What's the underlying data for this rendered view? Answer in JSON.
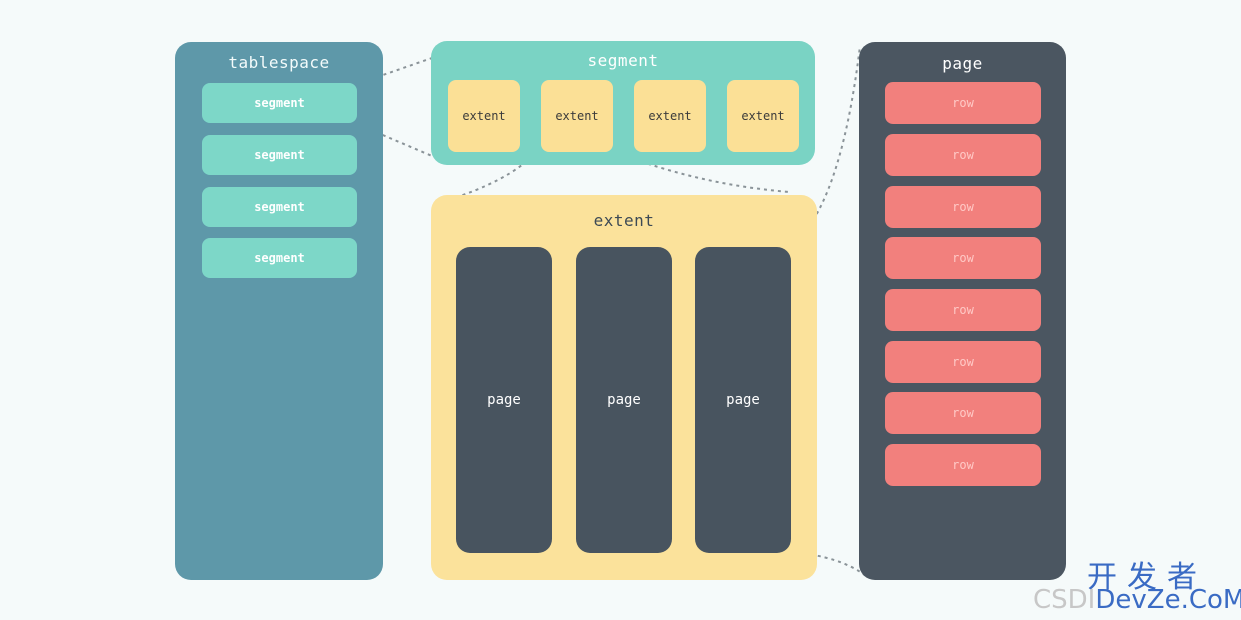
{
  "tablespace": {
    "title": "tablespace",
    "segments": [
      "segment",
      "segment",
      "segment",
      "segment"
    ]
  },
  "segment": {
    "title": "segment",
    "extents": [
      "extent",
      "extent",
      "extent",
      "extent"
    ]
  },
  "extent": {
    "title": "extent",
    "pages": [
      "page",
      "page",
      "page"
    ]
  },
  "page": {
    "title": "page",
    "rows": [
      "row",
      "row",
      "row",
      "row",
      "row",
      "row",
      "row",
      "row"
    ]
  },
  "watermark": {
    "cn": "开发者",
    "prefix": "CSDI",
    "site": "DevZe.CoM"
  },
  "colors": {
    "tablespace": "#5e98a9",
    "segment": "#7ad3c4",
    "extent": "#fbe29b",
    "page": "#4b5661",
    "row": "#f2807d"
  }
}
